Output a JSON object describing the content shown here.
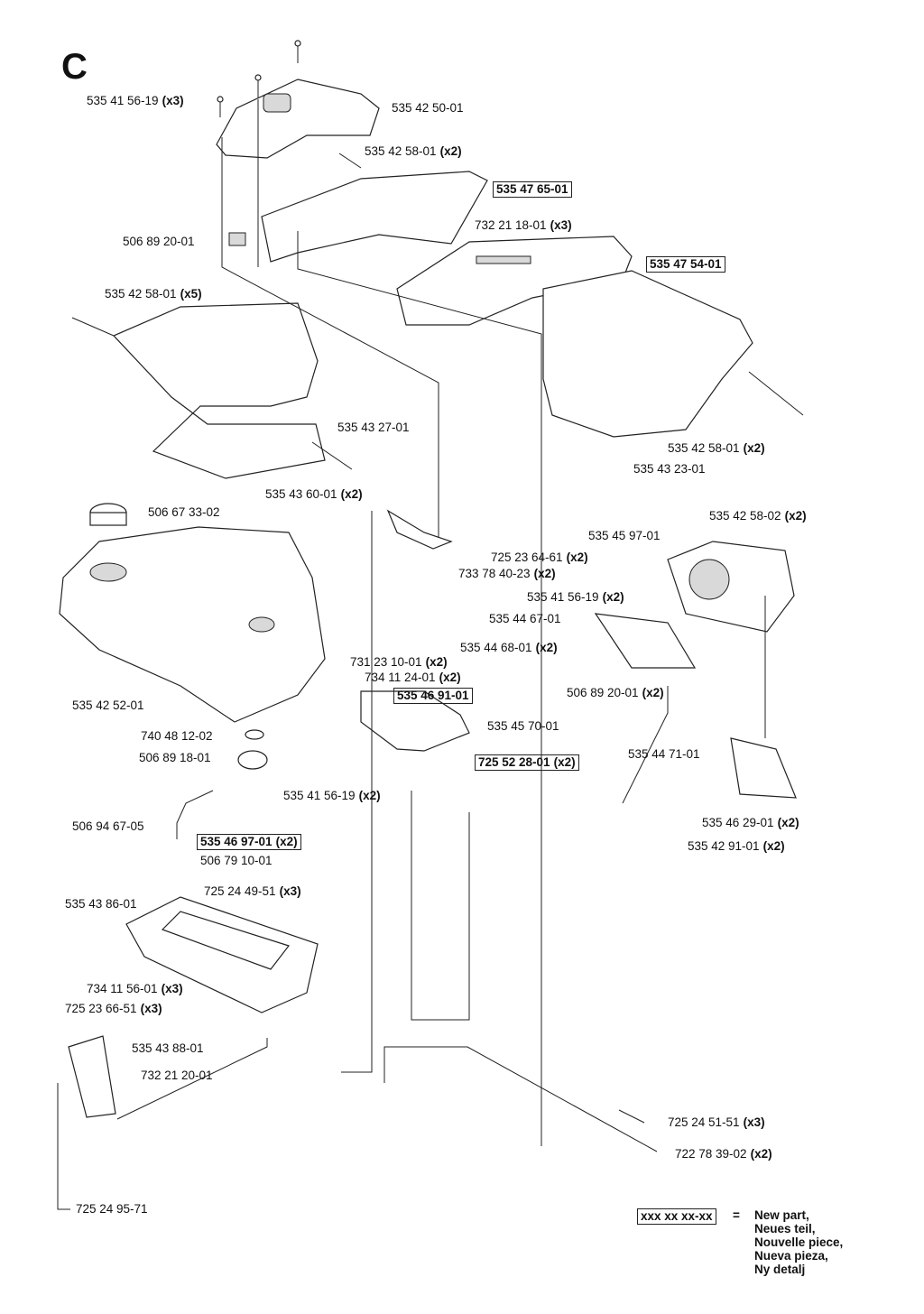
{
  "section_letter": "C",
  "parts": [
    {
      "id": "p1",
      "number": "535 41 56-19",
      "qty": "(x3)",
      "new": false
    },
    {
      "id": "p2",
      "number": "535 42 50-01",
      "qty": "",
      "new": false
    },
    {
      "id": "p3",
      "number": "535 42 58-01",
      "qty": "(x2)",
      "new": false
    },
    {
      "id": "p4",
      "number": "535 47 65-01",
      "qty": "",
      "new": true
    },
    {
      "id": "p5",
      "number": "732 21 18-01",
      "qty": "(x3)",
      "new": false
    },
    {
      "id": "p6",
      "number": "506 89 20-01",
      "qty": "",
      "new": false
    },
    {
      "id": "p7",
      "number": "535 47 54-01",
      "qty": "",
      "new": true
    },
    {
      "id": "p8",
      "number": "535 42 58-01",
      "qty": "(x5)",
      "new": false
    },
    {
      "id": "p9",
      "number": "535 43 27-01",
      "qty": "",
      "new": false
    },
    {
      "id": "p10",
      "number": "535 42 58-01",
      "qty": "(x2)",
      "new": false
    },
    {
      "id": "p11",
      "number": "535 43 23-01",
      "qty": "",
      "new": false
    },
    {
      "id": "p12",
      "number": "535 43 60-01",
      "qty": "(x2)",
      "new": false
    },
    {
      "id": "p13",
      "number": "506 67 33-02",
      "qty": "",
      "new": false
    },
    {
      "id": "p14",
      "number": "725 23 64-61",
      "qty": "(x2)",
      "new": false
    },
    {
      "id": "p15",
      "number": "733 78 40-23",
      "qty": "(x2)",
      "new": false
    },
    {
      "id": "p16",
      "number": "535 42 58-02",
      "qty": "(x2)",
      "new": false
    },
    {
      "id": "p17",
      "number": "535 45 97-01",
      "qty": "",
      "new": false
    },
    {
      "id": "p18",
      "number": "535 41 56-19",
      "qty": "(x2)",
      "new": false
    },
    {
      "id": "p19",
      "number": "535 44 67-01",
      "qty": "",
      "new": false
    },
    {
      "id": "p20",
      "number": "535 44 68-01",
      "qty": "(x2)",
      "new": false
    },
    {
      "id": "p21",
      "number": "731 23 10-01",
      "qty": "(x2)",
      "new": false
    },
    {
      "id": "p22",
      "number": "734 11 24-01",
      "qty": "(x2)",
      "new": false
    },
    {
      "id": "p23",
      "number": "535 46 91-01",
      "qty": "",
      "new": true
    },
    {
      "id": "p24",
      "number": "506 89 20-01",
      "qty": "(x2)",
      "new": false
    },
    {
      "id": "p25",
      "number": "535 42 52-01",
      "qty": "",
      "new": false
    },
    {
      "id": "p26",
      "number": "535 45 70-01",
      "qty": "",
      "new": false
    },
    {
      "id": "p27",
      "number": "740 48 12-02",
      "qty": "",
      "new": false
    },
    {
      "id": "p28",
      "number": "506 89 18-01",
      "qty": "",
      "new": false
    },
    {
      "id": "p29",
      "number": "725 52 28-01",
      "qty": "(x2)",
      "new": true
    },
    {
      "id": "p30",
      "number": "535 44 71-01",
      "qty": "",
      "new": false
    },
    {
      "id": "p31",
      "number": "535 41 56-19",
      "qty": "(x2)",
      "new": false
    },
    {
      "id": "p32",
      "number": "506 94 67-05",
      "qty": "",
      "new": false
    },
    {
      "id": "p33",
      "number": "535 46 97-01",
      "qty": "(x2)",
      "new": true
    },
    {
      "id": "p34",
      "number": "535 46 29-01",
      "qty": "(x2)",
      "new": false
    },
    {
      "id": "p35",
      "number": "535 42 91-01",
      "qty": "(x2)",
      "new": false
    },
    {
      "id": "p36",
      "number": "506 79 10-01",
      "qty": "",
      "new": false
    },
    {
      "id": "p37",
      "number": "725 24 49-51",
      "qty": "(x3)",
      "new": false
    },
    {
      "id": "p38",
      "number": "535 43 86-01",
      "qty": "",
      "new": false
    },
    {
      "id": "p39",
      "number": "734 11 56-01",
      "qty": "(x3)",
      "new": false
    },
    {
      "id": "p40",
      "number": "725 23 66-51",
      "qty": "(x3)",
      "new": false
    },
    {
      "id": "p41",
      "number": "535 43 88-01",
      "qty": "",
      "new": false
    },
    {
      "id": "p42",
      "number": "732 21 20-01",
      "qty": "",
      "new": false
    },
    {
      "id": "p43",
      "number": "725 24 51-51",
      "qty": "(x3)",
      "new": false
    },
    {
      "id": "p44",
      "number": "722 78 39-02",
      "qty": "(x2)",
      "new": false
    },
    {
      "id": "p45",
      "number": "725 24 95-71",
      "qty": "",
      "new": false
    }
  ],
  "legend": {
    "sample": "xxx xx xx-xx",
    "equals": "=",
    "lines": [
      "New part,",
      "Neues teil,",
      "Nouvelle piece,",
      "Nueva pieza,",
      "Ny detalj"
    ]
  }
}
